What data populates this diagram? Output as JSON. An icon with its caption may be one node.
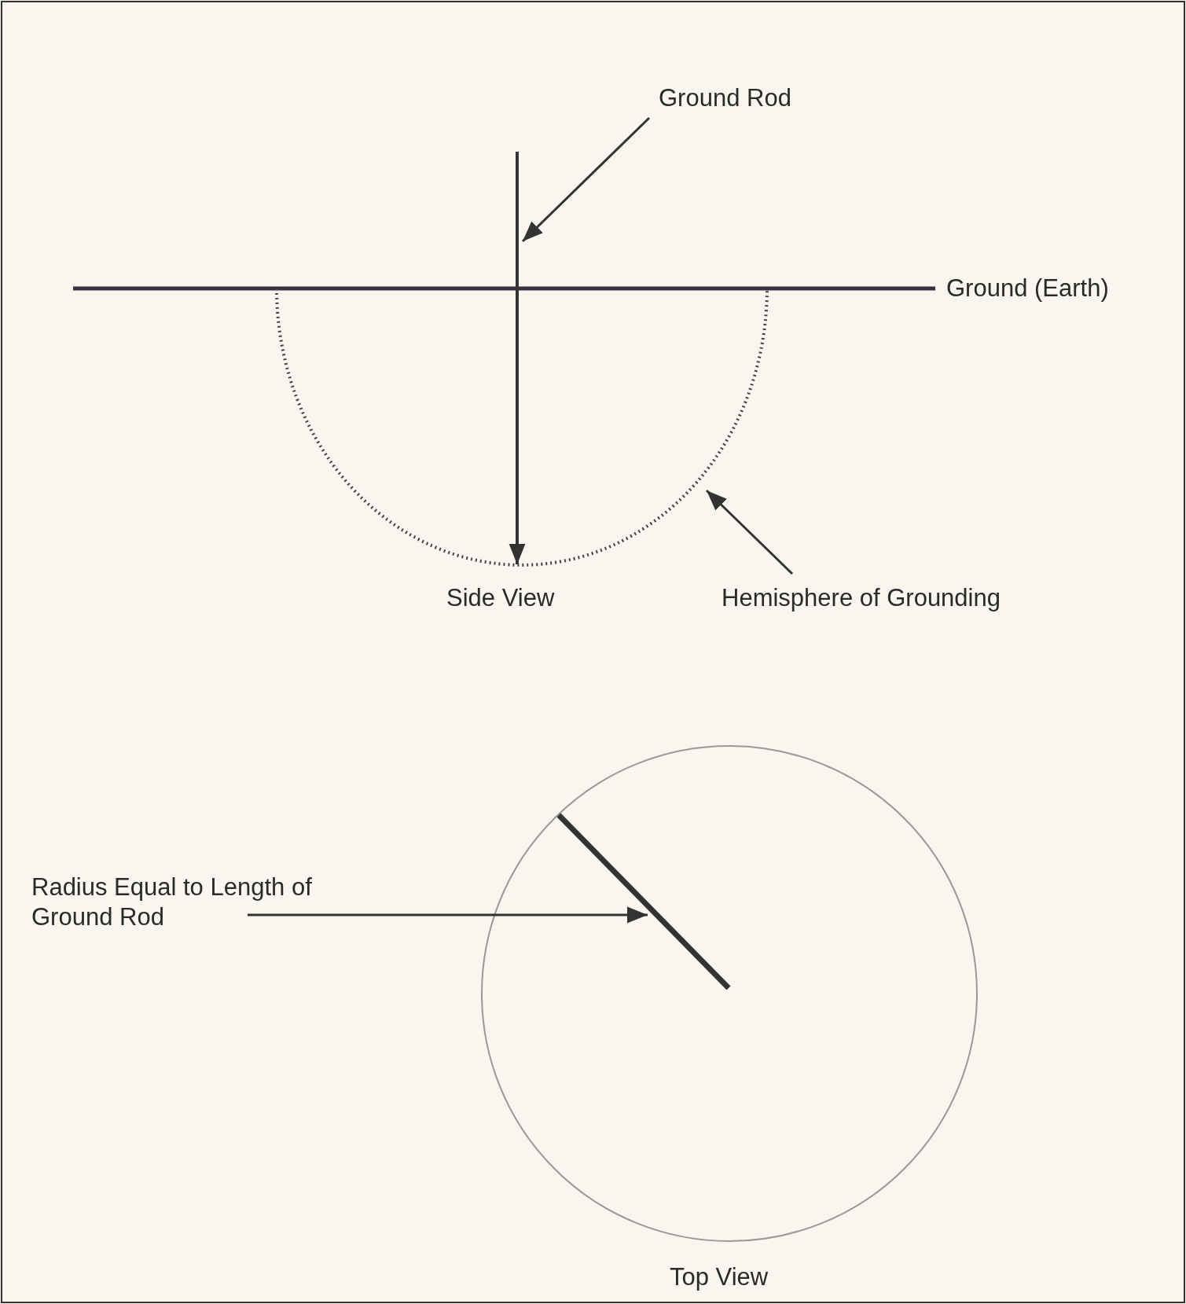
{
  "diagram": {
    "nodes": [
      {
        "text": [
          "Ground Rod"
        ]
      },
      {
        "text": [],
        "shape": "bar"
      },
      {
        "text": [],
        "shape": "arc"
      },
      {
        "text": [
          "Hemisphere of Grounding"
        ]
      },
      {
        "text": [
          "Radius Equal to Length of Ground Rod"
        ]
      },
      {
        "text": [],
        "shape": "circle"
      },
      {
        "text": [],
        "shape": "bar",
        "in": 5
      }
    ],
    "edges": [
      {
        "from": 0,
        "to": 1,
        "arrow": "to"
      },
      {
        "from": 3,
        "to": 2,
        "arrow": "to"
      },
      {
        "from": 4,
        "to": 6,
        "arrow": "to"
      }
    ],
    "labels": [
      "Ground (Earth)",
      "Side View",
      "Top View"
    ]
  }
}
